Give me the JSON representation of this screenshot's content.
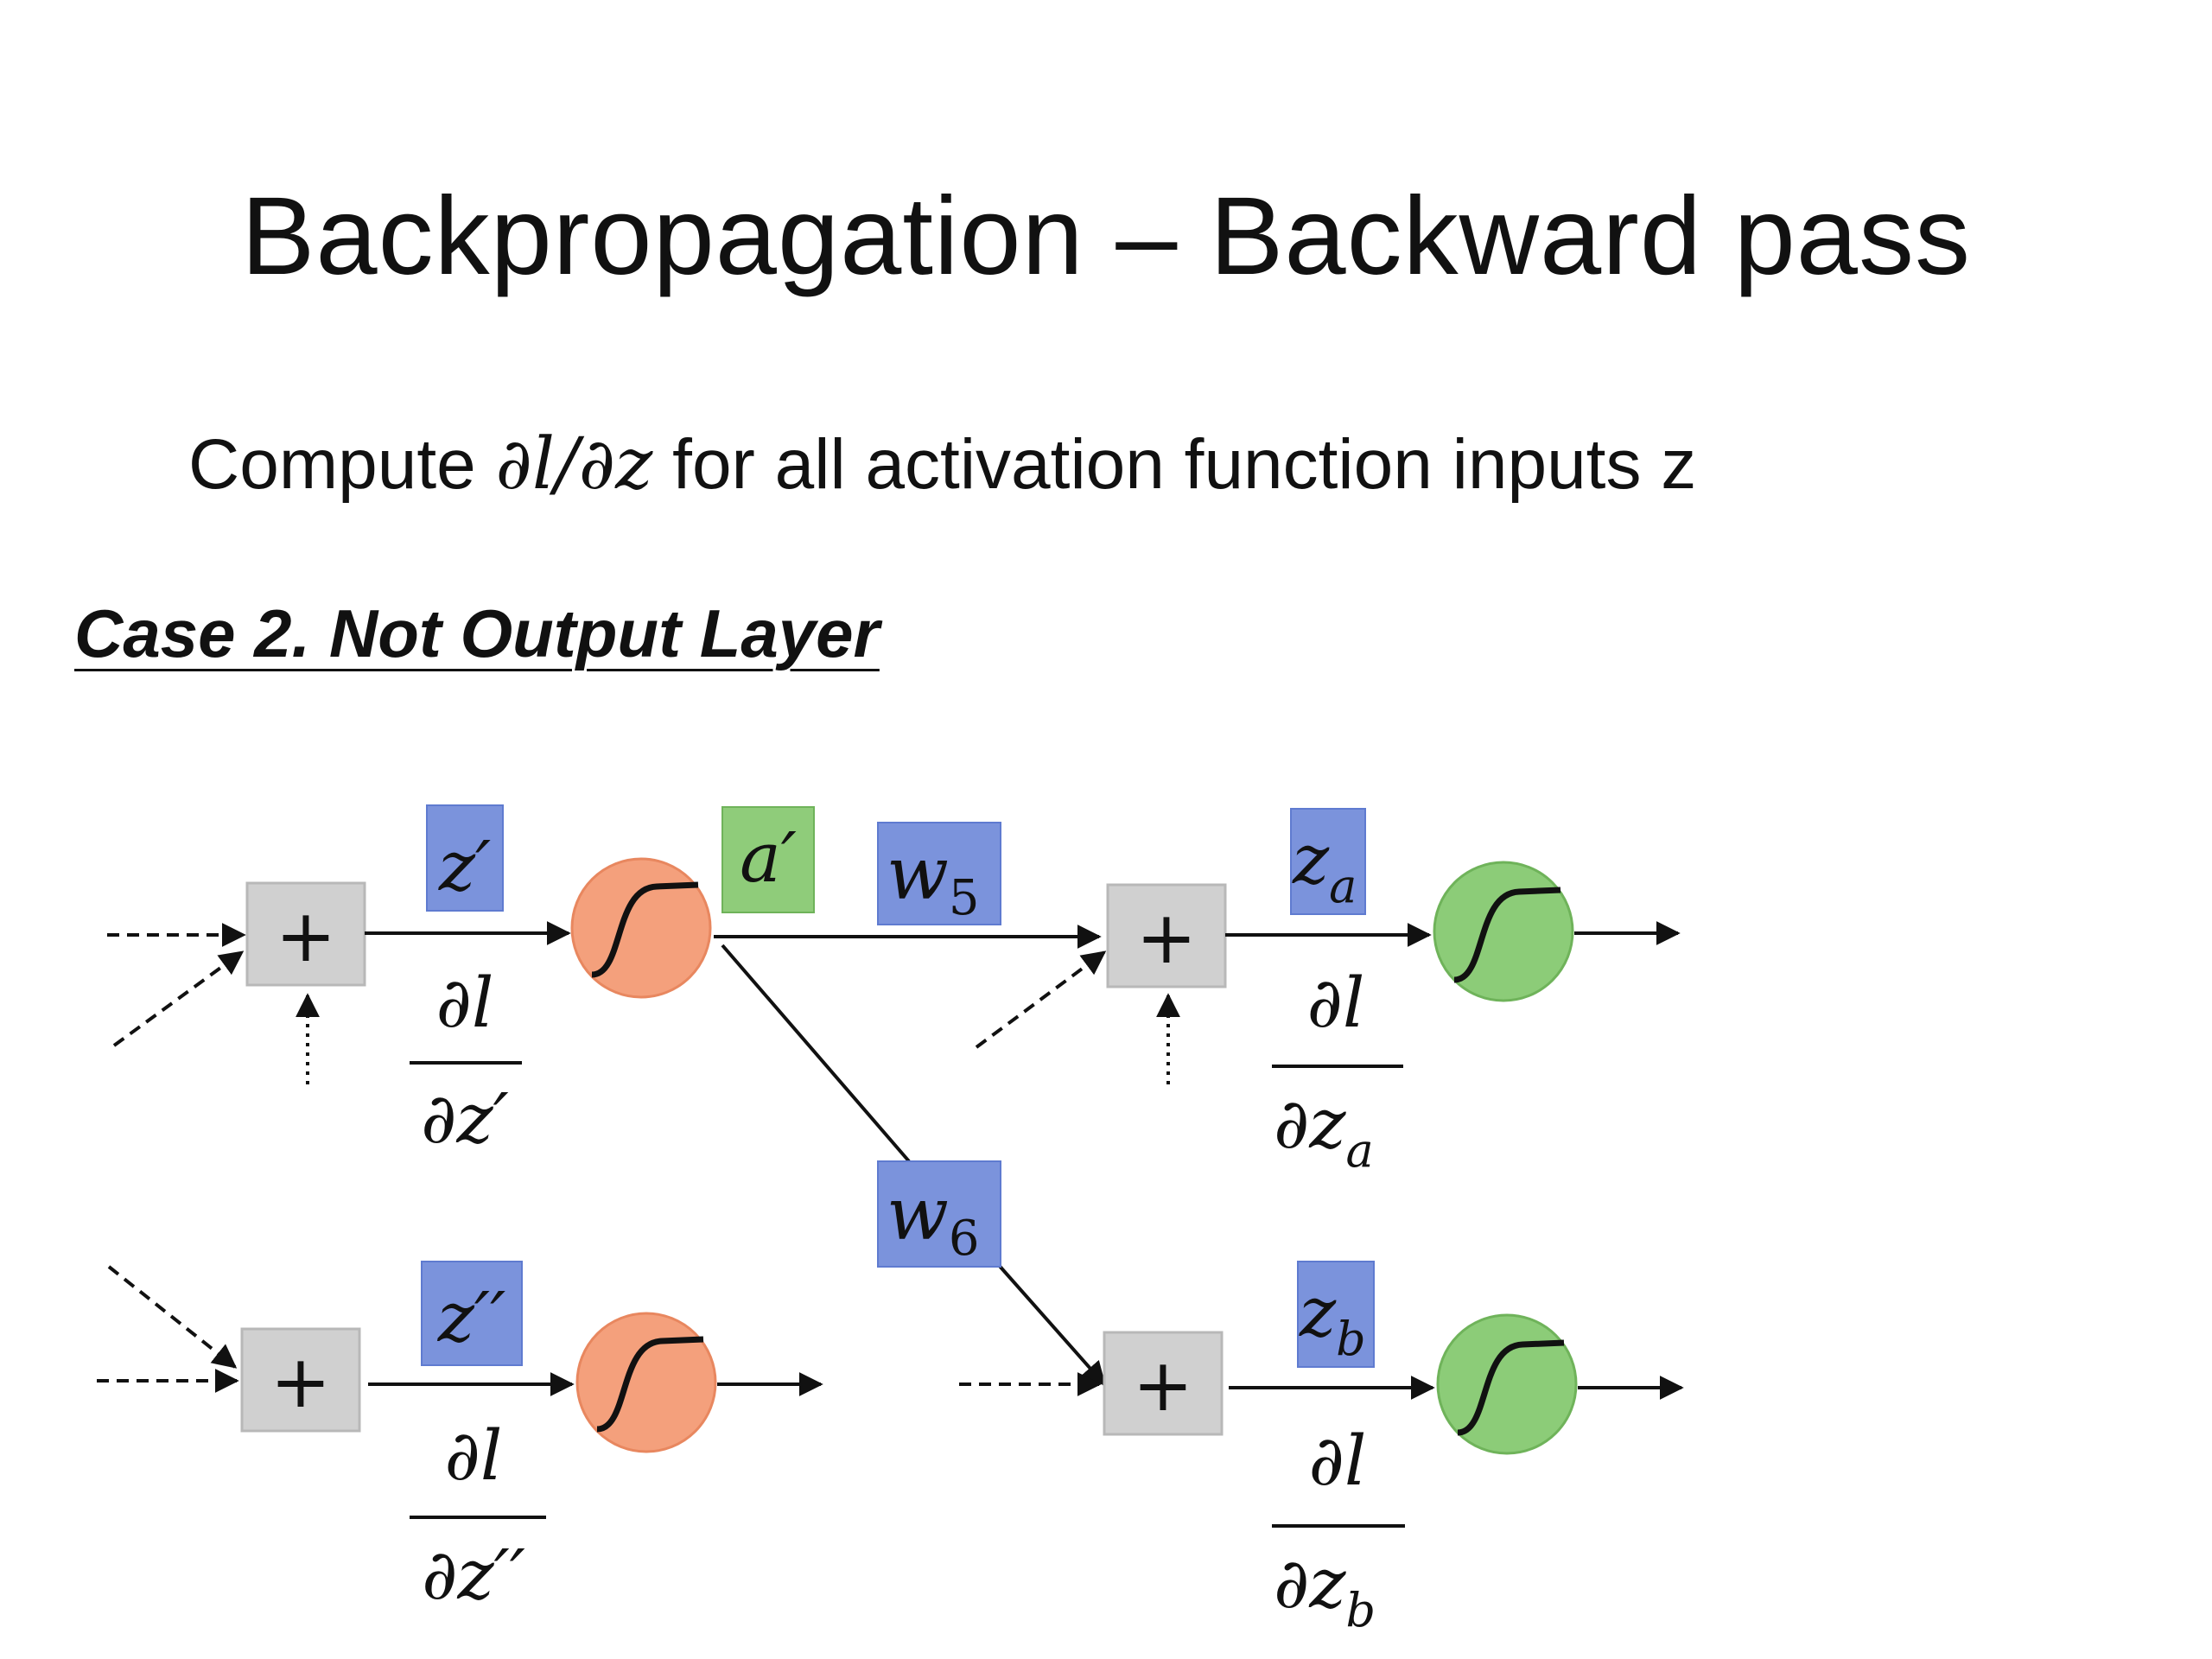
{
  "slide": {
    "title": "Backpropagation – Backward pass",
    "subtitle_before": "Compute ",
    "subtitle_math": "∂l/∂z",
    "subtitle_after": " for all activation function inputs z",
    "case_heading": "Case 2. Not Output Layer"
  },
  "diagram": {
    "plus_symbol": "+",
    "labels": {
      "z_prime": "z′",
      "z_double_prime": "z′′",
      "a_prime": "a′",
      "w5_base": "w",
      "w5_sub": "5",
      "w6_base": "w",
      "w6_sub": "6",
      "za_base": "z",
      "za_sub": "a",
      "zb_base": "z",
      "zb_sub": "b"
    },
    "fractions": {
      "numerator": "∂l",
      "den_z_prime": "∂z′",
      "den_z_double_prime": "∂z′′",
      "den_za_base": "∂z",
      "den_za_sub": "a",
      "den_zb_base": "∂z",
      "den_zb_sub": "b"
    },
    "colors": {
      "label_blue": "#7b93dc",
      "label_green": "#8fcc7a",
      "neuron_orange": "#f4a07c",
      "neuron_green": "#8ccc78",
      "sum_box_gray": "#d0d0d0"
    }
  }
}
